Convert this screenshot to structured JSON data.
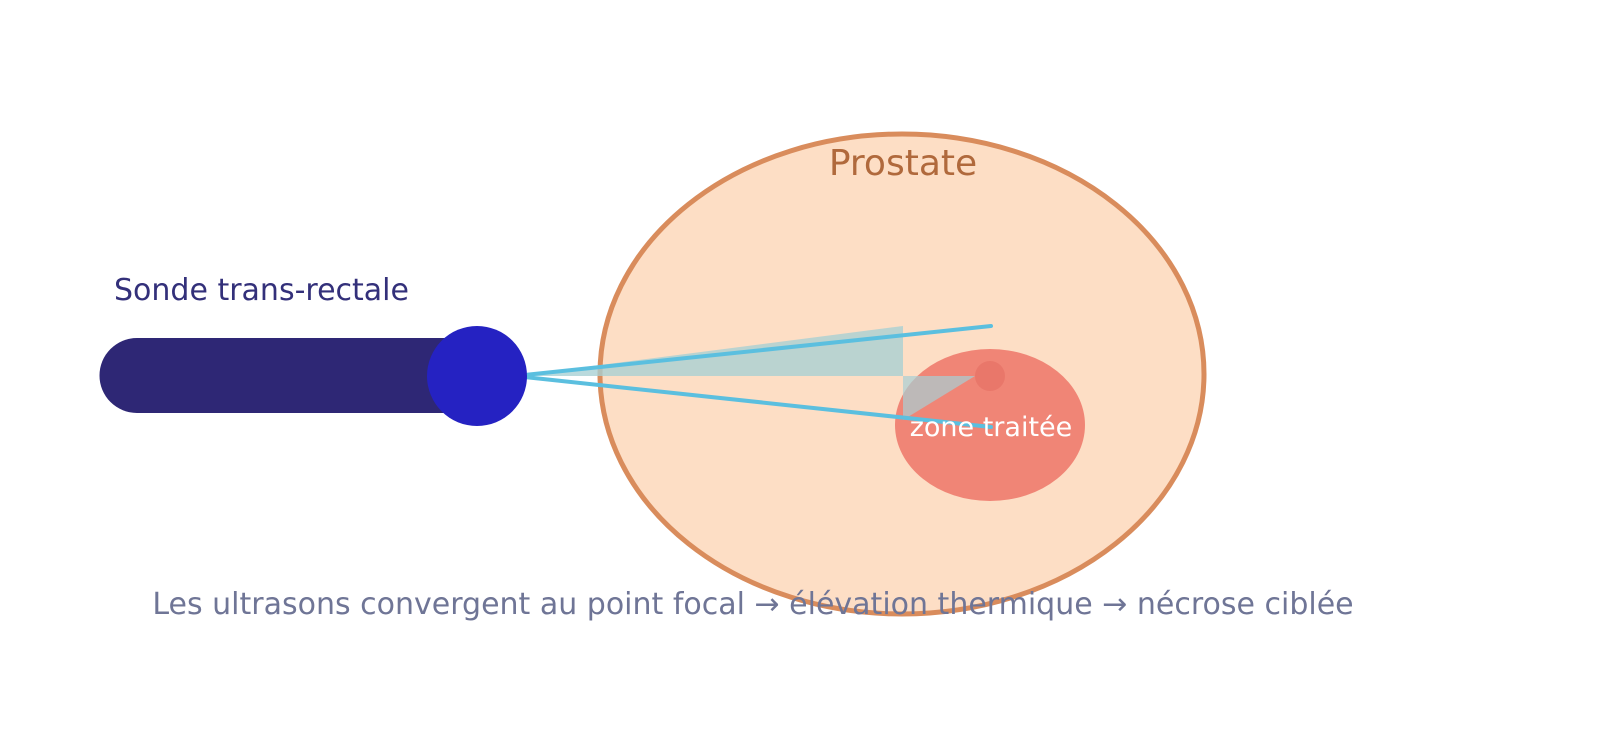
{
  "labels": {
    "probe": "Sonde trans-rectale",
    "prostate": "Prostate",
    "treated_zone": "zone traitée",
    "caption": "Les ultrasons convergent au point focal → élévation thermique → nécrose ciblée"
  },
  "colors": {
    "probe_body": "#2e2775",
    "probe_head": "#2522c2",
    "probe_label": "#33307a",
    "prostate_fill": "#fddec5",
    "prostate_stroke": "#d98c5c",
    "prostate_label": "#b0693c",
    "treated_zone_fill": "#f08576",
    "focal_point_fill": "#e9776a",
    "treated_zone_label": "#ffffff",
    "ultrasound_beam": "#5bbfdf",
    "beam_fill": "#a7cfd4",
    "caption": "#6f7596"
  }
}
